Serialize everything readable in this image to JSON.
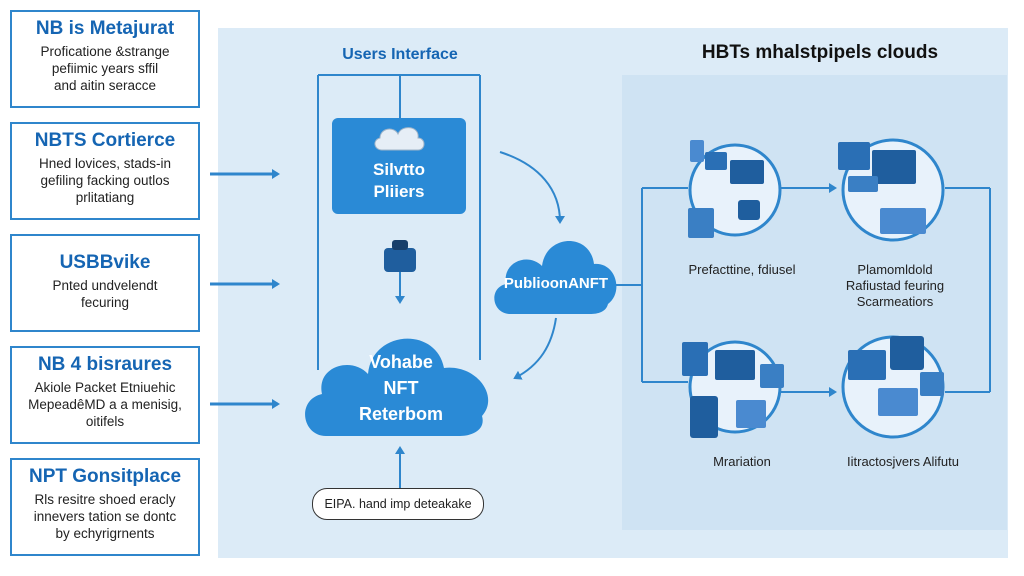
{
  "left_boxes": [
    {
      "title": "NB is Metajurat",
      "lines": [
        "Proficatione &strange",
        "pefiimic years sffil",
        "and aitin seracce"
      ]
    },
    {
      "title": "NBTS Cortierce",
      "lines": [
        "Hned lovices, stads-in",
        "gefiling facking outlos",
        "prlitatiang"
      ]
    },
    {
      "title": "USBBvike",
      "lines": [
        "Pnted undvelendt",
        "fecuring"
      ]
    },
    {
      "title": "NB 4 bisraures",
      "lines": [
        "Akiole Packet Etniuehic",
        "MepeadêMD a a menisig,",
        "oitifels"
      ]
    },
    {
      "title": "NPT Gonsitplace",
      "lines": [
        "Rls resitre shoed eracly",
        "innevers tation se dontc",
        "by echyrigrnents"
      ]
    }
  ],
  "center": {
    "header": "Users Interface",
    "top_box": [
      "Silvtto",
      "Pliiers"
    ],
    "mid_cloud": "PublioonANFT",
    "big_cloud": [
      "Vohabe",
      "NFT",
      "Reterbom"
    ],
    "bottom_pill": "EIPA. hand imp deteakake"
  },
  "right": {
    "header": "HBTs mhalstpipels clouds",
    "labels": {
      "top_left": "Prefacttine, fdiusel",
      "top_right": [
        "Plamomldold",
        "Rafiustad feuring",
        "Scarmeatiors"
      ],
      "bottom_left": "Mrariation",
      "bottom_right": "Iitractosjvers Alifutu"
    }
  },
  "colors": {
    "accent": "#2f86cc",
    "title_blue": "#1565b3",
    "panel": "#dcebf7",
    "cloud": "#2a8ad6"
  }
}
